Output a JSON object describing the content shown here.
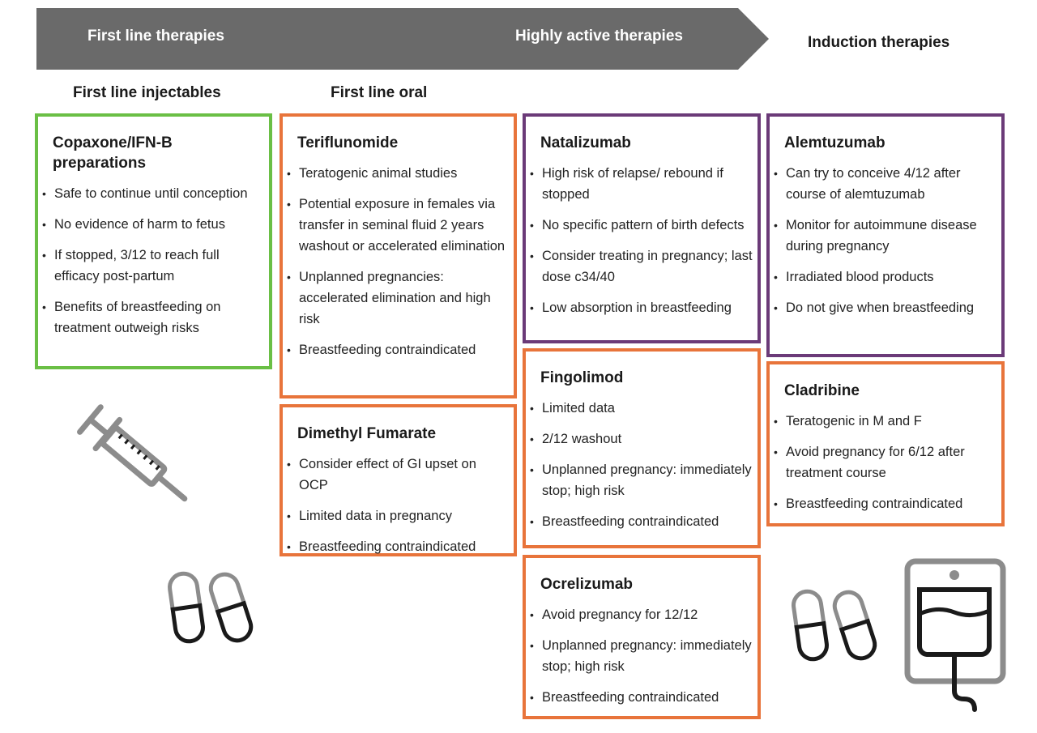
{
  "header": {
    "first_line": "First line therapies",
    "highly_active": "Highly active therapies",
    "induction": "Induction therapies"
  },
  "subheaders": {
    "injectables": "First line injectables",
    "oral": "First line oral"
  },
  "boxes": {
    "copaxone": {
      "title": "Copaxone/IFN-B preparations",
      "items": [
        "Safe to continue until conception",
        "No evidence of harm to fetus",
        "If stopped, 3/12 to reach full efficacy post-partum",
        "Benefits of breastfeeding on treatment outweigh risks"
      ]
    },
    "teriflunomide": {
      "title": "Teriflunomide",
      "items": [
        "Teratogenic animal studies",
        "Potential exposure in females via transfer in seminal fluid 2 years washout or accelerated elimination",
        "Unplanned pregnancies: accelerated elimination and high risk",
        "Breastfeeding  contraindicated"
      ]
    },
    "dimethyl": {
      "title": "Dimethyl Fumarate",
      "items": [
        "Consider effect of GI upset on OCP",
        "Limited data in pregnancy",
        "Breastfeeding  contraindicated"
      ]
    },
    "natalizumab": {
      "title": "Natalizumab",
      "items": [
        "High risk of relapse/ rebound if stopped",
        "No specific pattern of birth defects",
        "Consider treating in pregnancy; last dose c34/40",
        "Low absorption in breastfeeding"
      ]
    },
    "fingolimod": {
      "title": "Fingolimod",
      "items": [
        "Limited data",
        "2/12 washout",
        "Unplanned pregnancy: immediately stop; high risk",
        "Breastfeeding  contraindicated"
      ]
    },
    "ocrelizumab": {
      "title": "Ocrelizumab",
      "items": [
        "Avoid pregnancy for 12/12",
        "Unplanned pregnancy: immediately stop; high risk",
        "Breastfeeding  contraindicated"
      ]
    },
    "alemtuzumab": {
      "title": "Alemtuzumab",
      "items": [
        "Can try to conceive 4/12 after course of alemtuzumab",
        "Monitor for autoimmune disease during pregnancy",
        "Irradiated blood products",
        "Do not give when breastfeeding"
      ]
    },
    "cladribine": {
      "title": "Cladribine",
      "items": [
        "Teratogenic in M and F",
        "Avoid pregnancy for 6/12 after treatment course",
        "Breastfeeding  contraindicated"
      ]
    }
  },
  "colors": {
    "arrow": "#6a6a6a",
    "green": "#6abf45",
    "orange": "#e8743b",
    "purple": "#6b3a78",
    "icon": "#8c8c8c"
  },
  "icons": [
    "syringe-icon",
    "capsule-pair-icon",
    "capsule-pair-icon",
    "iv-bag-icon"
  ]
}
